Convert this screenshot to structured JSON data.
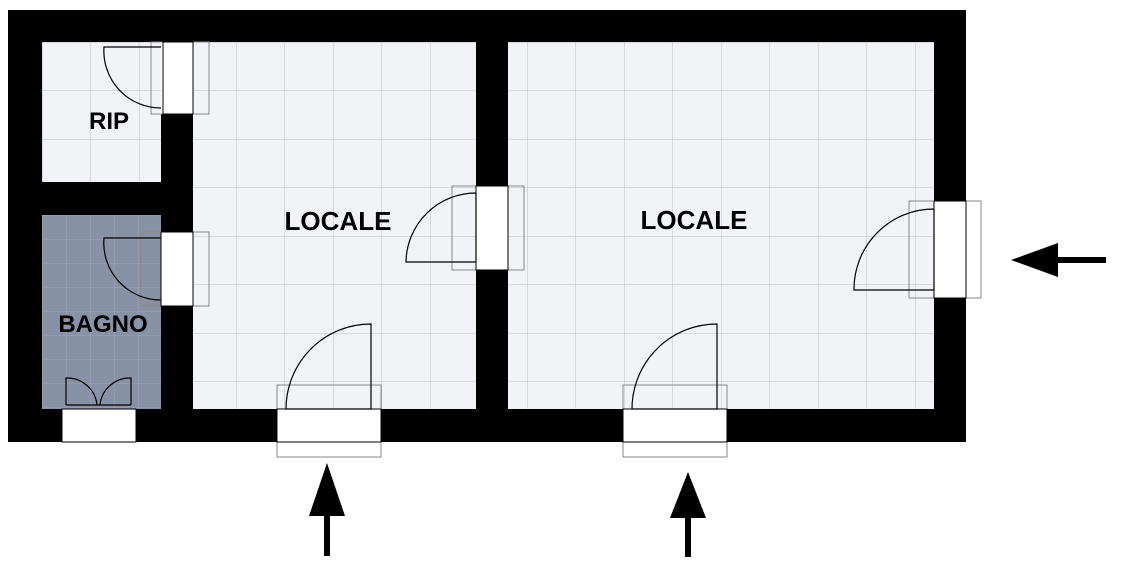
{
  "rooms": {
    "rip": {
      "label": "RIP"
    },
    "bagno": {
      "label": "BAGNO"
    },
    "locale_left": {
      "label": "LOCALE"
    },
    "locale_right": {
      "label": "LOCALE"
    }
  },
  "colors": {
    "wall": "#000000",
    "tile_floor": "#f1f3f6",
    "tile_grid": "#b9c0cb",
    "bathroom_floor": "#8792a4",
    "bathroom_grid": "#a9b2c1",
    "door_frame": "#888888",
    "arrow": "#000000"
  },
  "icons": {
    "entrance_arrows": [
      "arrow-up-icon",
      "arrow-up-icon",
      "arrow-left-icon"
    ]
  }
}
